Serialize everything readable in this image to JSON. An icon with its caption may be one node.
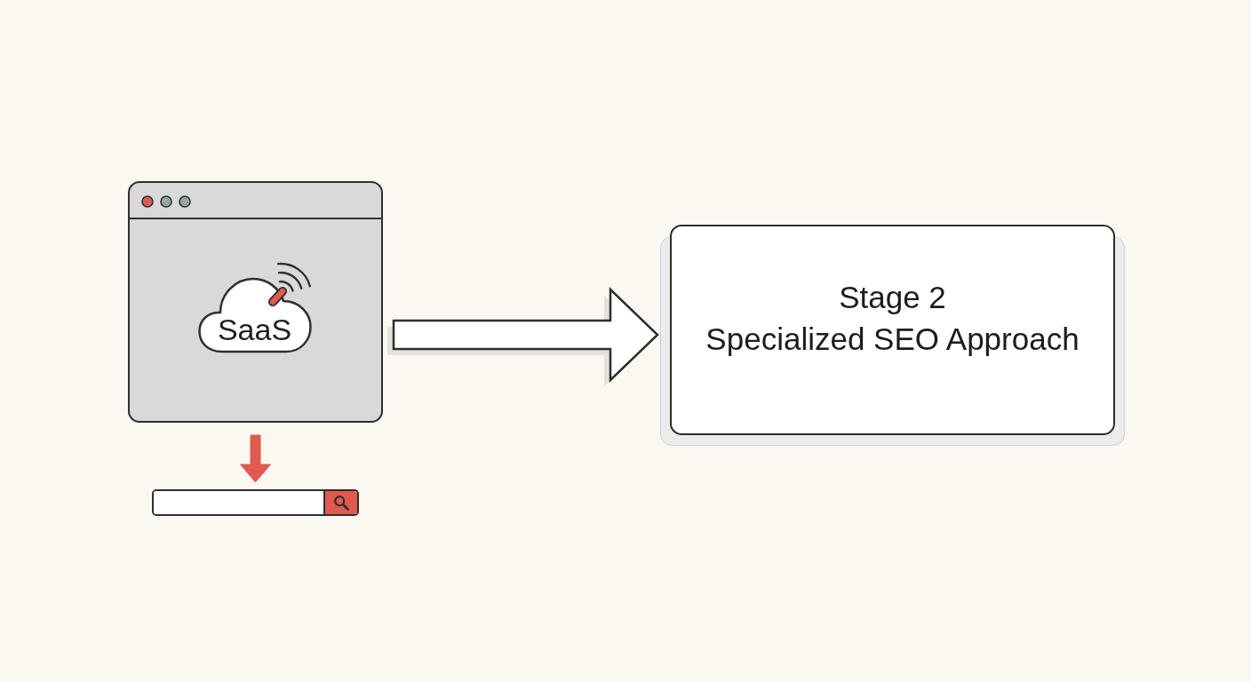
{
  "diagram": {
    "nodes": [
      {
        "text": [],
        "shape": "box"
      },
      {
        "text": [
          "SaaS"
        ],
        "in": 0
      },
      {
        "text": [],
        "shape": "bar"
      },
      {
        "text": [
          "Stage 2",
          "Specialized SEO Approach"
        ]
      }
    ],
    "edges": [
      {
        "from": 0,
        "to": 3,
        "arrow": "to",
        "style": "thick"
      },
      {
        "from": 0,
        "to": 2,
        "arrow": "to",
        "style": "thick",
        "color": "#e05a4f"
      }
    ]
  }
}
